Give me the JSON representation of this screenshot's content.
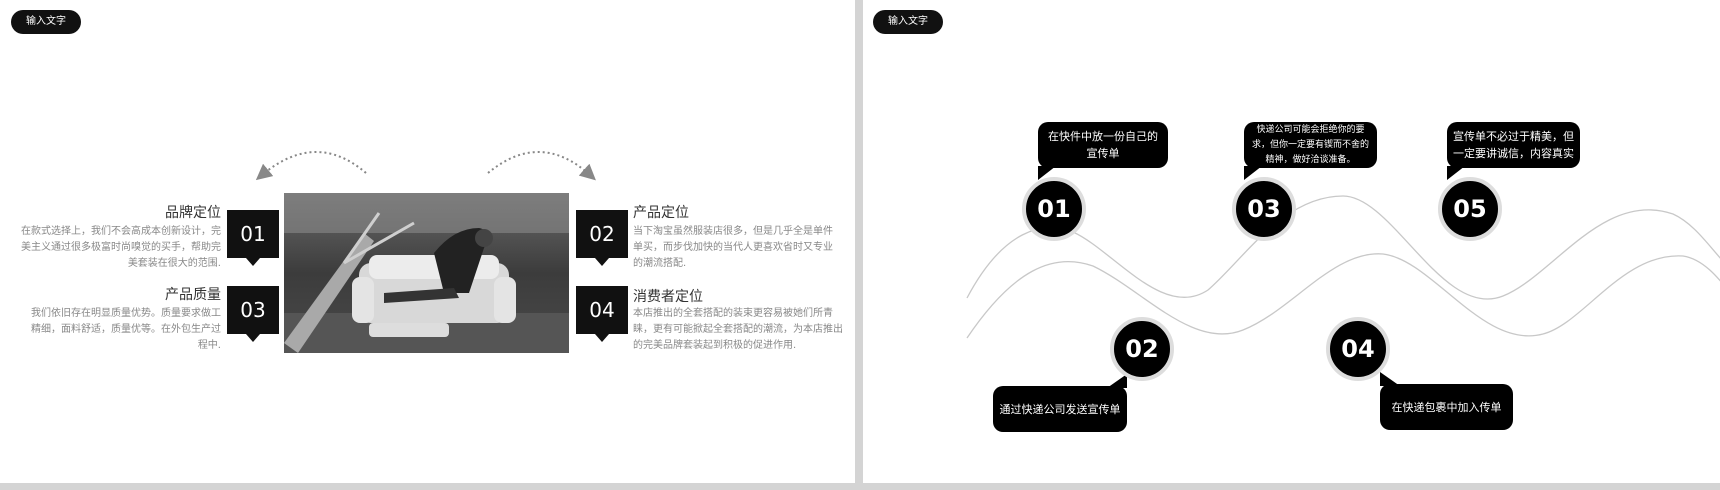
{
  "left_slide": {
    "tag": "输入文字",
    "items": [
      {
        "number": "01",
        "title": "品牌定位",
        "desc": "在款式选择上，我们不会高成本创新设计，完美主义通过很多极富时尚嗅觉的买手，帮助完美套装在很大的范围."
      },
      {
        "number": "02",
        "title": "产品定位",
        "desc": "当下淘宝虽然服装店很多，但是几乎全是单件单买，而步伐加快的当代人更喜欢省时又专业的潮流搭配."
      },
      {
        "number": "03",
        "title": "产品质量",
        "desc": "我们依旧存在明显质量优势。质量要求做工精细，面料舒适，质量优等。在外包生产过程中."
      },
      {
        "number": "04",
        "title": "消费者定位",
        "desc": "本店推出的全套搭配的装束更容易被她们所青睐，更有可能掀起全套搭配的潮流，为本店推出的完美品牌套装起到积极的促进作用."
      }
    ]
  },
  "right_slide": {
    "tag": "输入文字",
    "steps": [
      {
        "number": "01",
        "text": "在快件中放一份自己的宣传单"
      },
      {
        "number": "02",
        "text": "通过快递公司发送宣传单"
      },
      {
        "number": "03",
        "text": "快递公司可能会拒绝你的要求，但你一定要有锲而不舍的精神，做好洽谈准备。"
      },
      {
        "number": "04",
        "text": "在快递包裹中加入传单"
      },
      {
        "number": "05",
        "text": "宣传单不必过于精美，但一定要讲诚信，内容真实"
      }
    ]
  }
}
